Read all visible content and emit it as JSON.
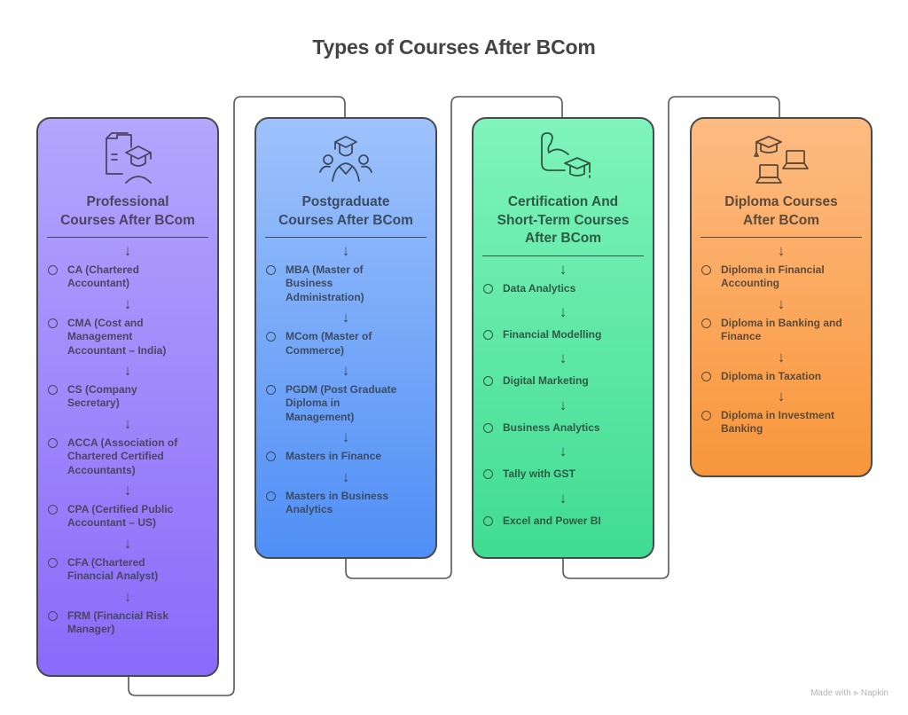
{
  "title": "Types of Courses After BCom",
  "footer": {
    "label": "Made with",
    "brand": "Napkin",
    "icon": "napkin-logo-icon"
  },
  "colors": {
    "purple_top": "#b3a6fc",
    "purple_bottom": "#8a6afa",
    "purple_text": "#4b4561",
    "blue_top": "#9ec2fb",
    "blue_bottom": "#4f8ff6",
    "blue_text": "#3b4b63",
    "green_top": "#7ff4bc",
    "green_bottom": "#40dc91",
    "green_text": "#2f5a45",
    "orange_top": "#fdbb82",
    "orange_bottom": "#f8963a",
    "orange_text": "#5e4a38",
    "connector": "#555555"
  },
  "cards": [
    {
      "title_line1": "Professional",
      "title_line2": "Courses After BCom",
      "icon": "document-graduate-icon",
      "items": [
        "CA (Chartered Accountant)",
        "CMA (Cost and Management Accountant – India)",
        "CS (Company Secretary)",
        "ACCA (Association of Chartered Certified Accountants)",
        "CPA (Certified Public Accountant – US)",
        "CFA (Chartered Financial Analyst)",
        "FRM (Financial Risk Manager)"
      ]
    },
    {
      "title_line1": "Postgraduate",
      "title_line2": "Courses After BCom",
      "icon": "graduate-group-icon",
      "items": [
        "MBA (Master of Business Administration)",
        "MCom (Master of Commerce)",
        "PGDM (Post Graduate Diploma in Management)",
        "Masters in Finance",
        "Masters in Business Analytics"
      ]
    },
    {
      "title_line1": "Certification And",
      "title_line2": "Short-Term Courses",
      "title_line3": "After BCom",
      "icon": "arm-graduation-cap-icon",
      "items": [
        "Data Analytics",
        "Financial Modelling",
        "Digital Marketing",
        "Business Analytics",
        "Tally with GST",
        "Excel and Power BI"
      ]
    },
    {
      "title_line1": "Diploma Courses",
      "title_line2": "After BCom",
      "icon": "graduation-cap-laptops-icon",
      "items": [
        "Diploma in Financial Accounting",
        "Diploma in Banking and Finance",
        "Diploma in Taxation",
        "Diploma in Investment Banking"
      ]
    }
  ],
  "arrow_glyph": "↓"
}
